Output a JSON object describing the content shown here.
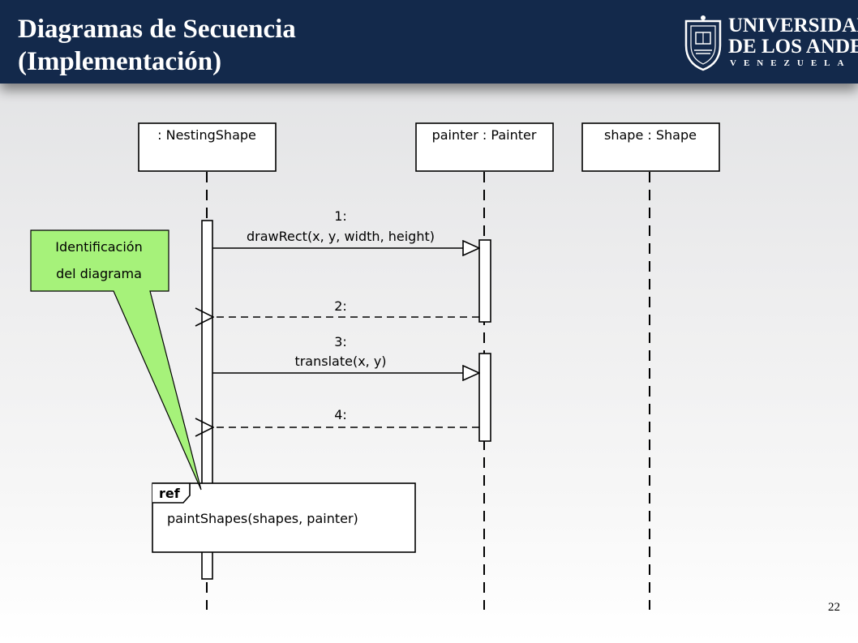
{
  "slide": {
    "title_line1": "Diagramas de Secuencia",
    "title_line2": "(Implementación)",
    "page_number": "22"
  },
  "logo": {
    "line1": "UNIVERSIDAD",
    "line2": "DE LOS ANDES",
    "line3": "VENEZUELA"
  },
  "colors": {
    "header_bg": "#13294b",
    "callout_fill": "#a6f27a"
  },
  "diagram": {
    "lifelines": [
      {
        "label": ": NestingShape"
      },
      {
        "label": "painter : Painter"
      },
      {
        "label": "shape : Shape"
      }
    ],
    "messages": [
      {
        "number": "1:",
        "text": "drawRect(x, y, width, height)",
        "kind": "call"
      },
      {
        "number": "2:",
        "text": "",
        "kind": "return"
      },
      {
        "number": "3:",
        "text": "translate(x, y)",
        "kind": "call"
      },
      {
        "number": "4:",
        "text": "",
        "kind": "return"
      }
    ],
    "ref_frame": {
      "tag": "ref",
      "text": "paintShapes(shapes, painter)"
    },
    "callout": {
      "line1": "Identificación",
      "line2": "del diagrama"
    }
  }
}
